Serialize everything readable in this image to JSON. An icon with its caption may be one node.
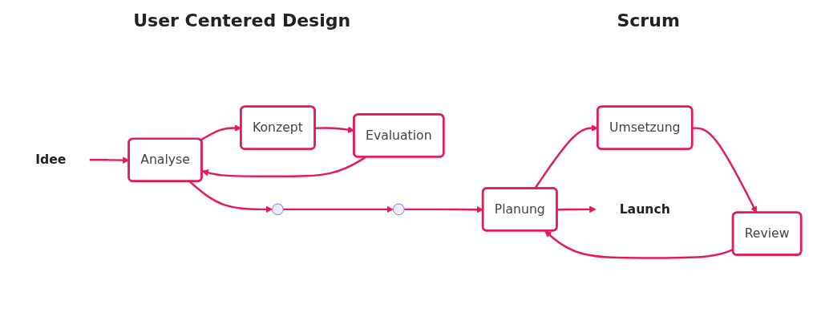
{
  "diagram": {
    "nodes": [
      {
        "text": [
          "Idee"
        ]
      },
      {
        "text": [
          "Analyse"
        ]
      },
      {
        "text": [
          "Evaluation"
        ]
      },
      {
        "text": [
          "Konzept"
        ]
      },
      {
        "text": [],
        "shape": "circle"
      },
      {
        "text": [],
        "shape": "circle"
      },
      {
        "text": [
          "Planung"
        ]
      },
      {
        "text": [
          "Review"
        ]
      },
      {
        "text": [
          "Umsetzung"
        ]
      },
      {
        "text": [
          "Launch"
        ]
      }
    ],
    "edges": [
      {
        "from": 0,
        "to": 1,
        "arrow": "to"
      },
      {
        "from": 2,
        "to": 1,
        "arrow": "to"
      },
      {
        "from": 1,
        "to": 3,
        "arrow": "to"
      },
      {
        "from": 1,
        "to": 4,
        "arrow": "to"
      },
      {
        "from": 3,
        "to": 2,
        "arrow": "to"
      },
      {
        "from": 4,
        "to": 5,
        "arrow": "to"
      },
      {
        "from": 5,
        "to": 6,
        "arrow": "to"
      },
      {
        "from": 7,
        "to": 6,
        "arrow": "to"
      },
      {
        "from": 6,
        "to": 8,
        "arrow": "to"
      },
      {
        "from": 6,
        "to": 9,
        "arrow": "to"
      },
      {
        "from": 8,
        "to": 7,
        "arrow": "to"
      }
    ],
    "labels": [
      "User Centered Design",
      "Scrum"
    ]
  }
}
